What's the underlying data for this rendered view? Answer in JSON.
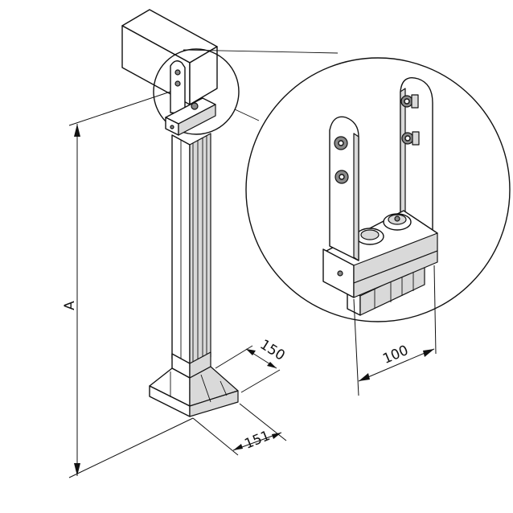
{
  "dimensions": {
    "height_label": "A",
    "base_width_label": "150",
    "base_depth_label": "151",
    "bracket_width_label": "100"
  }
}
